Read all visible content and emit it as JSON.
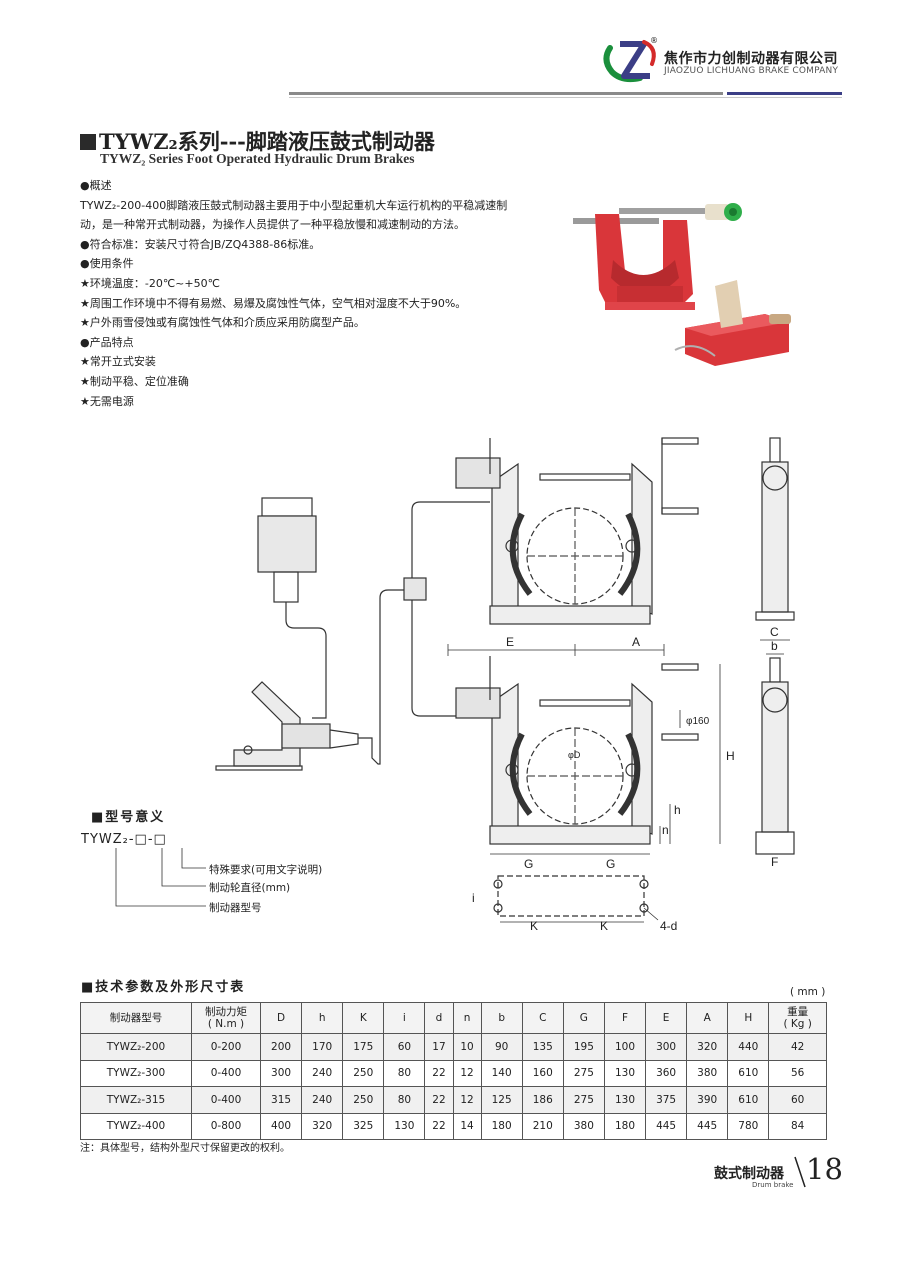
{
  "header": {
    "company_cn": "焦作市力创制动器有限公司",
    "company_en": "JIAOZUO LICHUANG BRAKE COMPANY",
    "reg_mark": "®"
  },
  "title": {
    "cn": "TYWZ₂系列---脚踏液压鼓式制动器",
    "en": "TYWZ₂ Series Foot Operated Hydraulic Drum Brakes"
  },
  "overview": [
    "●概述",
    "TYWZ₂-200-400脚踏液压鼓式制动器主要用于中小型起重机大车运行机构的平稳减速制",
    "动，是一种常开式制动器，为操作人员提供了一种平稳放慢和减速制动的方法。",
    "●符合标准：安装尺寸符合JB/ZQ4388-86标准。",
    "●使用条件",
    "★环境温度：-20℃~+50℃",
    "★周围工作环境中不得有易燃、易爆及腐蚀性气体，空气相对湿度不大于90%。",
    "★户外雨雪侵蚀或有腐蚀性气体和介质应采用防腐型产品。",
    "●产品特点",
    "★常开立式安装",
    "★制动平稳、定位准确",
    "★无需电源"
  ],
  "diagram_labels": {
    "E": "E",
    "A": "A",
    "H": "H",
    "h": "h",
    "n": "n",
    "G": "G",
    "K": "K",
    "i": "i",
    "d4": "4-d",
    "C": "C",
    "b": "b",
    "F": "F",
    "phi160": "φ160",
    "phiD": "φD"
  },
  "model_meaning": {
    "heading": "■型号意义",
    "code": "TYWZ₂-□-□",
    "lines": [
      "特殊要求(可用文字说明)",
      "制动轮直径(mm)",
      "制动器型号"
    ]
  },
  "table": {
    "heading": "■技术参数及外形尺寸表",
    "unit": "( mm )",
    "headers": [
      "制动器型号",
      "制动力矩\n( N.m )",
      "D",
      "h",
      "K",
      "i",
      "d",
      "n",
      "b",
      "C",
      "G",
      "F",
      "E",
      "A",
      "H",
      "重量\n( Kg )"
    ],
    "rows": [
      [
        "TYWZ₂-200",
        "0-200",
        "200",
        "170",
        "175",
        "60",
        "17",
        "10",
        "90",
        "135",
        "195",
        "100",
        "300",
        "320",
        "440",
        "42"
      ],
      [
        "TYWZ₂-300",
        "0-400",
        "300",
        "240",
        "250",
        "80",
        "22",
        "12",
        "140",
        "160",
        "275",
        "130",
        "360",
        "380",
        "610",
        "56"
      ],
      [
        "TYWZ₂-315",
        "0-400",
        "315",
        "240",
        "250",
        "80",
        "22",
        "12",
        "125",
        "186",
        "275",
        "130",
        "375",
        "390",
        "610",
        "60"
      ],
      [
        "TYWZ₂-400",
        "0-800",
        "400",
        "320",
        "325",
        "130",
        "22",
        "14",
        "180",
        "210",
        "380",
        "180",
        "445",
        "445",
        "780",
        "84"
      ]
    ],
    "note": "注：具体型号，结构外型尺寸保留更改的权利。"
  },
  "footer": {
    "section_cn": "鼓式制动器",
    "section_en": "Drum brake",
    "page": "18"
  },
  "colors": {
    "accent": "#3b3e86",
    "logo_green": "#1a8f3c",
    "logo_red": "#d42a2a",
    "product_red": "#d9363a"
  }
}
